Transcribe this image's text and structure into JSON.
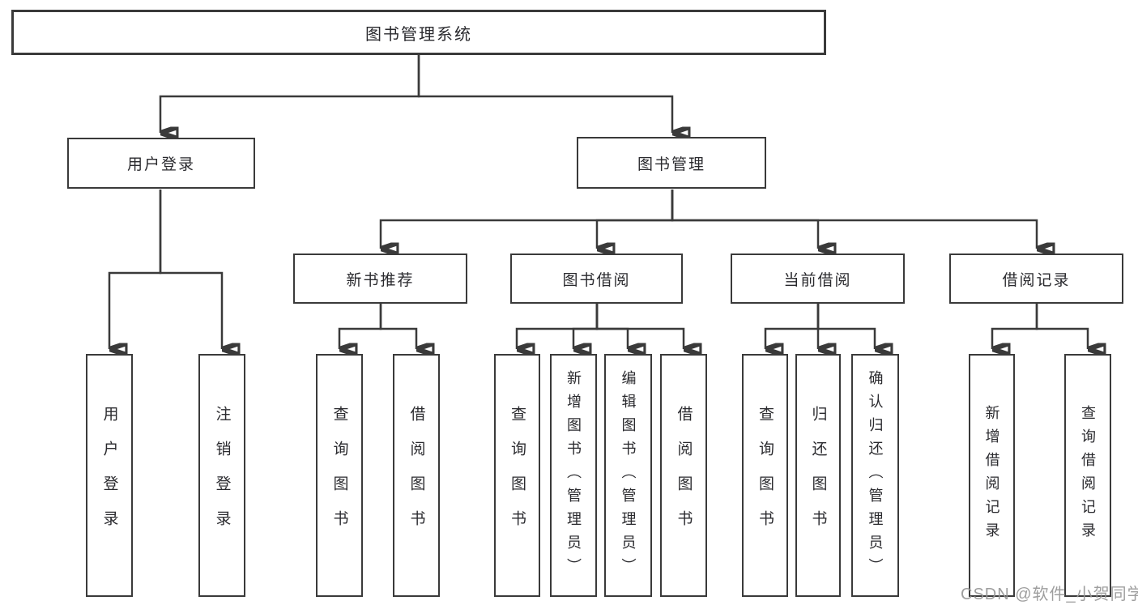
{
  "diagram": {
    "type": "hierarchy-tree",
    "orientation": "top-down"
  },
  "colors": {
    "line": "#3a3a3a",
    "border": "#3a3a3a",
    "text": "#2a2a2e",
    "background": "#ffffff",
    "watermark": "#969696"
  },
  "tree": {
    "label": "图书管理系统",
    "children": [
      {
        "label": "用户登录",
        "children": [
          {
            "label": "用户登录"
          },
          {
            "label": "注销登录"
          }
        ]
      },
      {
        "label": "图书管理",
        "children": [
          {
            "label": "新书推荐",
            "children": [
              {
                "label": "查询图书"
              },
              {
                "label": "借阅图书"
              }
            ]
          },
          {
            "label": "图书借阅",
            "children": [
              {
                "label": "查询图书"
              },
              {
                "label": "新增图书（管理员）"
              },
              {
                "label": "编辑图书（管理员）"
              },
              {
                "label": "借阅图书"
              }
            ]
          },
          {
            "label": "当前借阅",
            "children": [
              {
                "label": "查询图书"
              },
              {
                "label": "归还图书"
              },
              {
                "label": "确认归还（管理员）"
              }
            ]
          },
          {
            "label": "借阅记录",
            "children": [
              {
                "label": "新增借阅记录"
              },
              {
                "label": "查询借阅记录"
              }
            ]
          }
        ]
      }
    ]
  },
  "watermark": {
    "text": "CSDN @软件_小贺同学"
  }
}
